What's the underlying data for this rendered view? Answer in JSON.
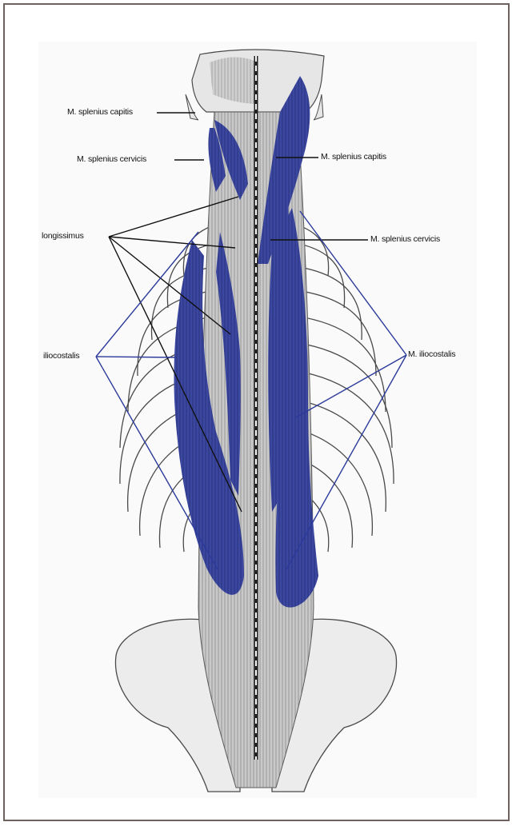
{
  "labels": {
    "splenius_capitis_left": "M. splenius capitis",
    "splenius_cervicis_left": "M. splenius cervicis",
    "splenius_capitis_right": "M. splenius capitis",
    "longissimus": "longissimus",
    "splenius_cervicis_right": "M. splenius cervicis",
    "iliocostalis_left": "iliocostalis",
    "iliocostalis_right": "M. iliocostalis"
  },
  "colors": {
    "muscle": "#3c47a0",
    "muscle_dark": "#2a3381",
    "bone": "#e8e8e8",
    "bone_stroke": "#4a4a4a",
    "leader_black": "#111111",
    "leader_blue": "#2b3a9a",
    "frame": "#6f625e"
  }
}
